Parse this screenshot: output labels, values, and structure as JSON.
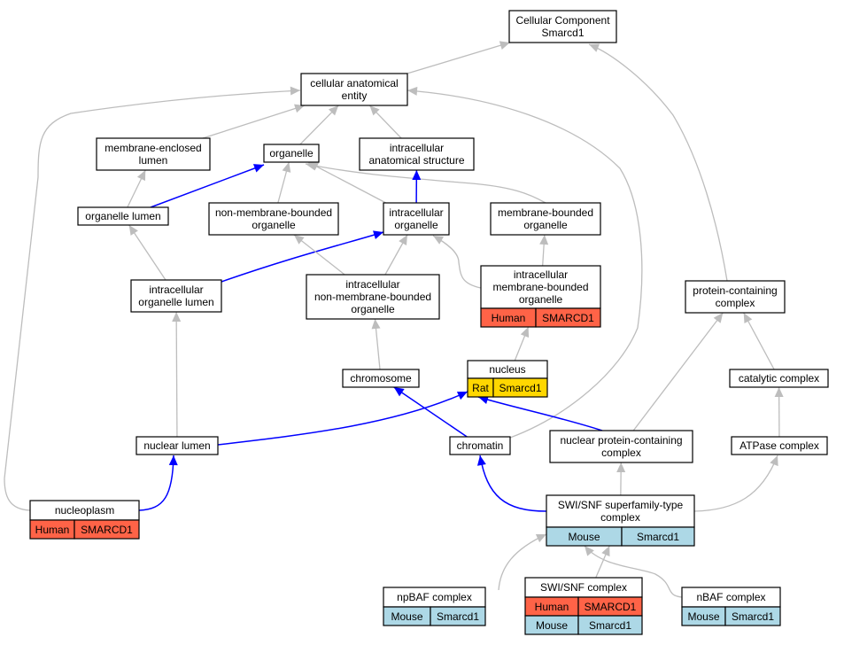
{
  "colors": {
    "human": "#ff6347",
    "rat": "#ffd700",
    "mouse": "#add8e6",
    "edge_is_a": "#bdbdbd",
    "edge_part_of": "#0000ff"
  },
  "nodes": {
    "cc": {
      "lines": [
        "Cellular Component",
        "Smarcd1"
      ]
    },
    "cae": {
      "lines": [
        "cellular anatomical",
        "entity"
      ]
    },
    "mel": {
      "lines": [
        "membrane-enclosed",
        "lumen"
      ]
    },
    "org": {
      "lines": [
        "organelle"
      ]
    },
    "ias": {
      "lines": [
        "intracellular",
        "anatomical structure"
      ]
    },
    "orgl": {
      "lines": [
        "organelle lumen"
      ]
    },
    "nmbo": {
      "lines": [
        "non-membrane-bounded",
        "organelle"
      ]
    },
    "io": {
      "lines": [
        "intracellular",
        "organelle"
      ]
    },
    "mbo": {
      "lines": [
        "membrane-bounded",
        "organelle"
      ]
    },
    "iol": {
      "lines": [
        "intracellular",
        "organelle lumen"
      ]
    },
    "inmbo": {
      "lines": [
        "intracellular",
        "non-membrane-bounded",
        "organelle"
      ]
    },
    "imbo": {
      "lines": [
        "intracellular",
        "membrane-bounded",
        "organelle"
      ],
      "species": [
        {
          "name": "Human",
          "gene": "SMARCD1",
          "color": "human"
        }
      ]
    },
    "pcc": {
      "lines": [
        "protein-containing",
        "complex"
      ]
    },
    "chrom": {
      "lines": [
        "chromosome"
      ]
    },
    "nuc": {
      "lines": [
        "nucleus"
      ],
      "species": [
        {
          "name": "Rat",
          "gene": "Smarcd1",
          "color": "rat"
        }
      ]
    },
    "catc": {
      "lines": [
        "catalytic complex"
      ]
    },
    "nlum": {
      "lines": [
        "nuclear lumen"
      ]
    },
    "chromatin": {
      "lines": [
        "chromatin"
      ]
    },
    "npcc": {
      "lines": [
        "nuclear protein-containing",
        "complex"
      ]
    },
    "atpc": {
      "lines": [
        "ATPase complex"
      ]
    },
    "nucp": {
      "lines": [
        "nucleoplasm"
      ],
      "species": [
        {
          "name": "Human",
          "gene": "SMARCD1",
          "color": "human"
        }
      ]
    },
    "swisnfsf": {
      "lines": [
        "SWI/SNF superfamily-type",
        "complex"
      ],
      "species": [
        {
          "name": "Mouse",
          "gene": "Smarcd1",
          "color": "mouse"
        }
      ]
    },
    "npbaf": {
      "lines": [
        "npBAF complex"
      ],
      "species": [
        {
          "name": "Mouse",
          "gene": "Smarcd1",
          "color": "mouse"
        }
      ]
    },
    "swisnf": {
      "lines": [
        "SWI/SNF complex"
      ],
      "species": [
        {
          "name": "Human",
          "gene": "SMARCD1",
          "color": "human"
        },
        {
          "name": "Mouse",
          "gene": "Smarcd1",
          "color": "mouse"
        }
      ]
    },
    "nbaf": {
      "lines": [
        "nBAF complex"
      ],
      "species": [
        {
          "name": "Mouse",
          "gene": "Smarcd1",
          "color": "mouse"
        }
      ]
    }
  },
  "edges": [
    {
      "from": "cae",
      "to": "cc",
      "type": "is_a"
    },
    {
      "from": "pcc",
      "to": "cc",
      "type": "is_a"
    },
    {
      "from": "mel",
      "to": "cae",
      "type": "is_a"
    },
    {
      "from": "org",
      "to": "cae",
      "type": "is_a"
    },
    {
      "from": "ias",
      "to": "cae",
      "type": "is_a"
    },
    {
      "from": "nucp",
      "to": "cae",
      "type": "is_a"
    },
    {
      "from": "chromatin",
      "to": "cae",
      "type": "is_a"
    },
    {
      "from": "orgl",
      "to": "mel",
      "type": "is_a"
    },
    {
      "from": "orgl",
      "to": "org",
      "type": "part_of"
    },
    {
      "from": "nmbo",
      "to": "org",
      "type": "is_a"
    },
    {
      "from": "io",
      "to": "org",
      "type": "is_a"
    },
    {
      "from": "mbo",
      "to": "org",
      "type": "is_a"
    },
    {
      "from": "io",
      "to": "ias",
      "type": "part_of"
    },
    {
      "from": "iol",
      "to": "orgl",
      "type": "is_a"
    },
    {
      "from": "iol",
      "to": "io",
      "type": "part_of"
    },
    {
      "from": "inmbo",
      "to": "nmbo",
      "type": "is_a"
    },
    {
      "from": "inmbo",
      "to": "io",
      "type": "is_a"
    },
    {
      "from": "imbo",
      "to": "io",
      "type": "is_a"
    },
    {
      "from": "imbo",
      "to": "mbo",
      "type": "is_a"
    },
    {
      "from": "chrom",
      "to": "inmbo",
      "type": "is_a"
    },
    {
      "from": "nuc",
      "to": "imbo",
      "type": "is_a"
    },
    {
      "from": "nlum",
      "to": "iol",
      "type": "is_a"
    },
    {
      "from": "nlum",
      "to": "nuc",
      "type": "part_of"
    },
    {
      "from": "chromatin",
      "to": "chrom",
      "type": "part_of"
    },
    {
      "from": "npcc",
      "to": "nuc",
      "type": "part_of"
    },
    {
      "from": "npcc",
      "to": "pcc",
      "type": "is_a"
    },
    {
      "from": "catc",
      "to": "pcc",
      "type": "is_a"
    },
    {
      "from": "atpc",
      "to": "catc",
      "type": "is_a"
    },
    {
      "from": "nucp",
      "to": "nlum",
      "type": "part_of"
    },
    {
      "from": "swisnfsf",
      "to": "chromatin",
      "type": "part_of"
    },
    {
      "from": "swisnfsf",
      "to": "npcc",
      "type": "is_a"
    },
    {
      "from": "swisnfsf",
      "to": "atpc",
      "type": "is_a"
    },
    {
      "from": "npbaf",
      "to": "swisnfsf",
      "type": "is_a"
    },
    {
      "from": "swisnf",
      "to": "swisnfsf",
      "type": "is_a"
    },
    {
      "from": "nbaf",
      "to": "swisnfsf",
      "type": "is_a"
    }
  ]
}
